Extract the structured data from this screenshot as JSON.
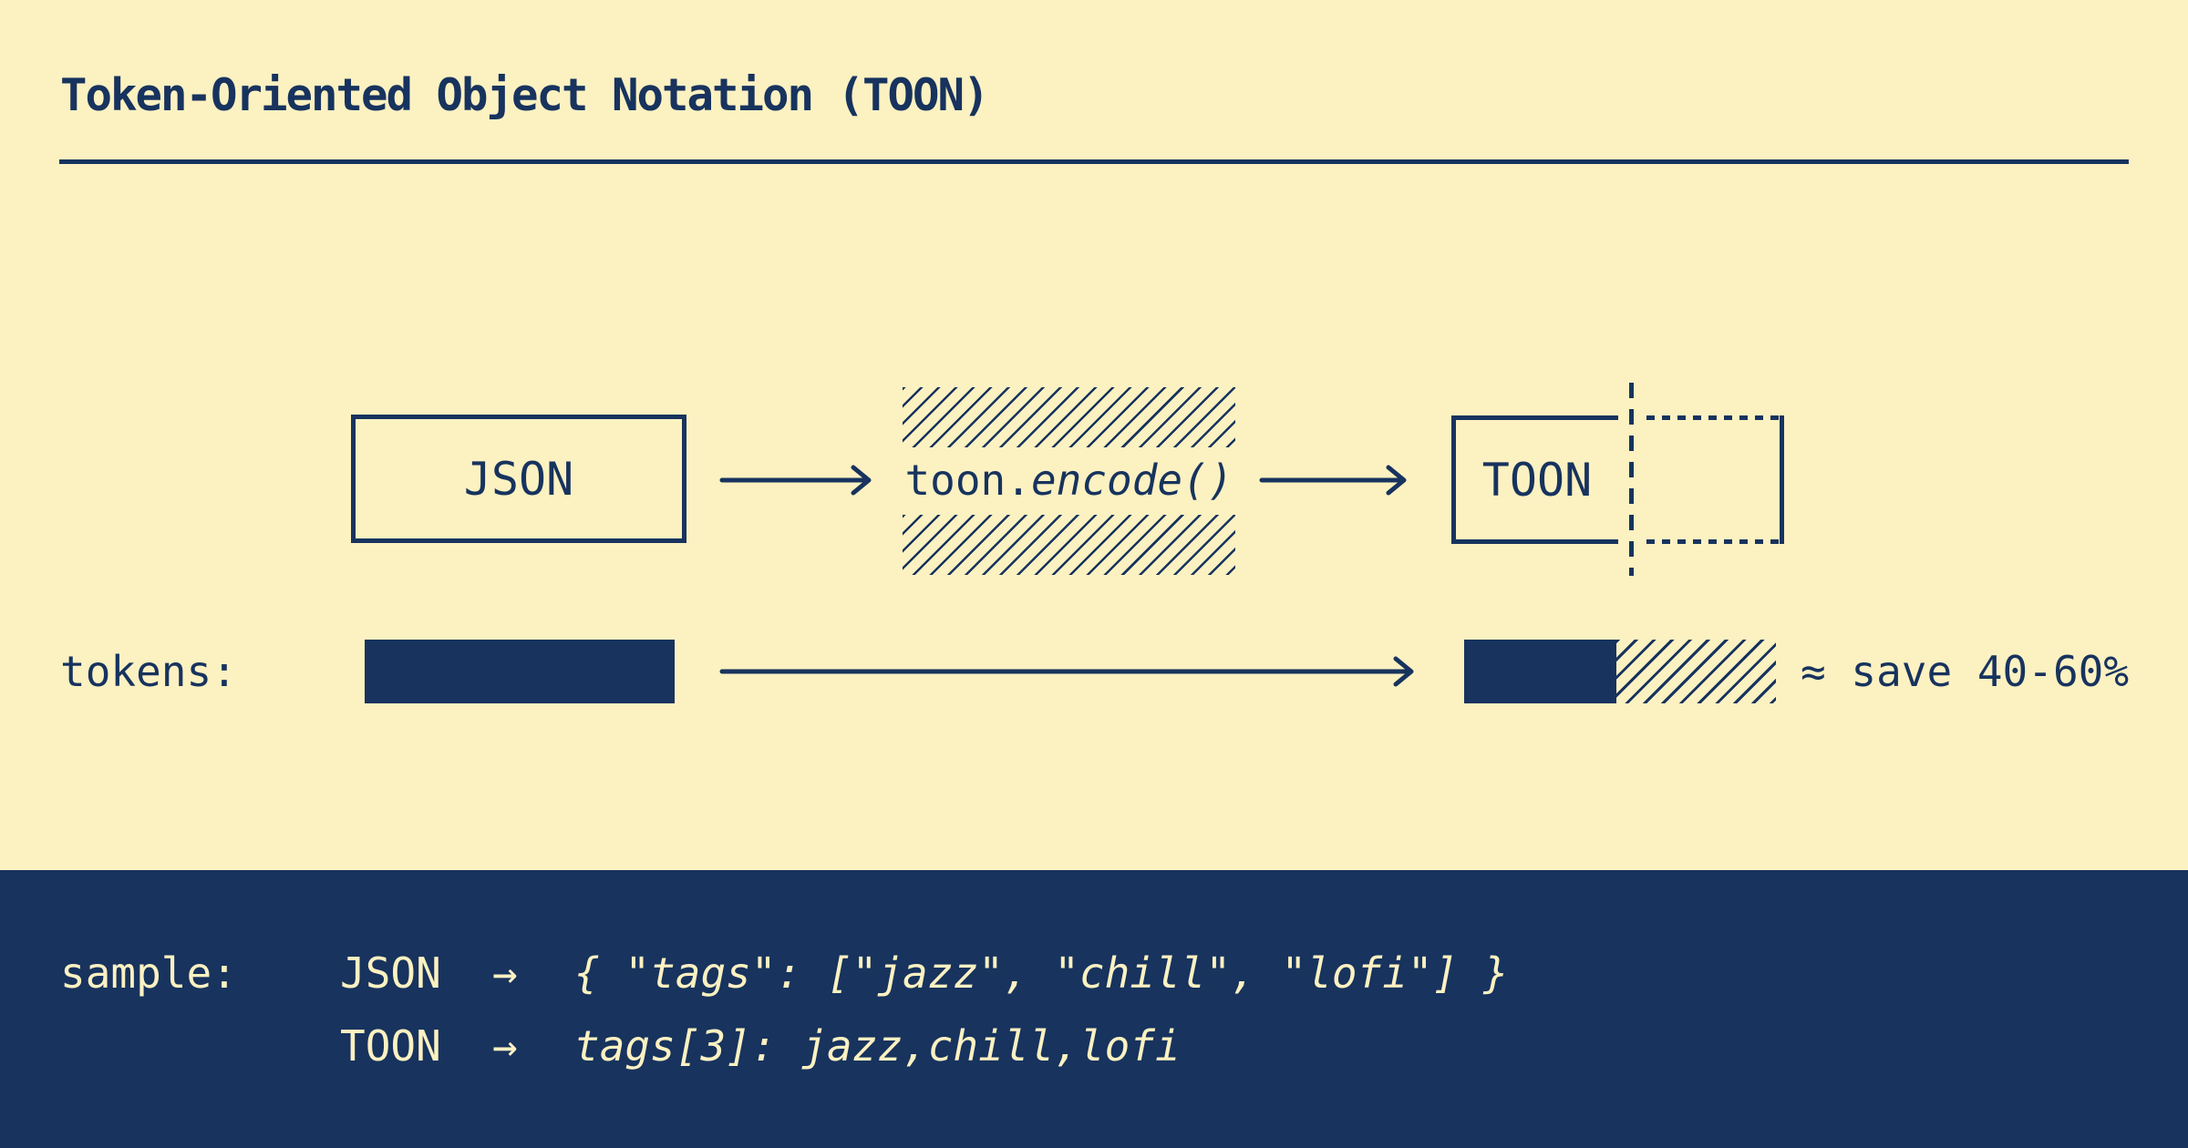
{
  "colors": {
    "background": "#FCF1C1",
    "ink": "#17335E",
    "band_background": "#17335E",
    "band_text": "#FCF1C1"
  },
  "header": {
    "title": "Token-Oriented Object Notation (TOON)"
  },
  "flow": {
    "json_box_label": "JSON",
    "encode_prefix": "toon.",
    "encode_italic": "encode()",
    "toon_box_label": "TOON"
  },
  "tokens_row": {
    "label": "tokens:",
    "savings_note": "≈ save 40-60%"
  },
  "sample": {
    "label": "sample:",
    "rows": [
      {
        "format": "JSON",
        "arrow": "→",
        "code": "{ \"tags\": [\"jazz\", \"chill\", \"lofi\"] }"
      },
      {
        "format": "TOON",
        "arrow": "→",
        "code": "tags[3]: jazz,chill,lofi"
      }
    ]
  }
}
